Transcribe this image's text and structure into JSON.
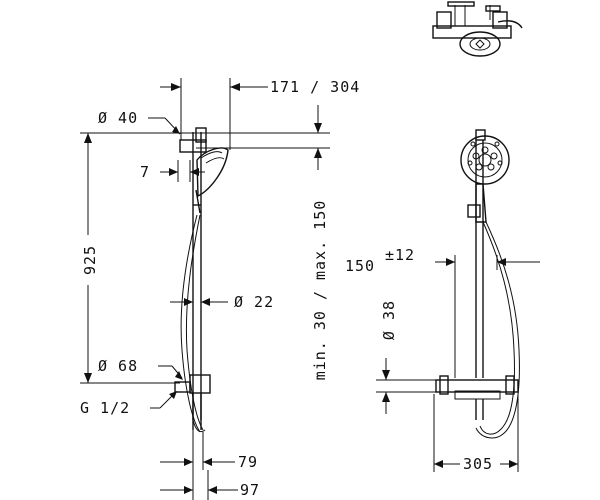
{
  "dimensions": {
    "hand_shower_offset": "171 / 304",
    "rail_diameter": "Ø 40",
    "gap_7": "7",
    "height_925": "925",
    "rail_diameter_22": "Ø 22",
    "min_max_height": "min. 30 / max. 150",
    "diameter_68": "Ø 68",
    "thread": "G 1/2",
    "depth_79": "79",
    "depth_97": "97",
    "centers_150": "150",
    "tolerance": "±12",
    "body_diameter_38": "Ø 38",
    "width_305": "305"
  }
}
